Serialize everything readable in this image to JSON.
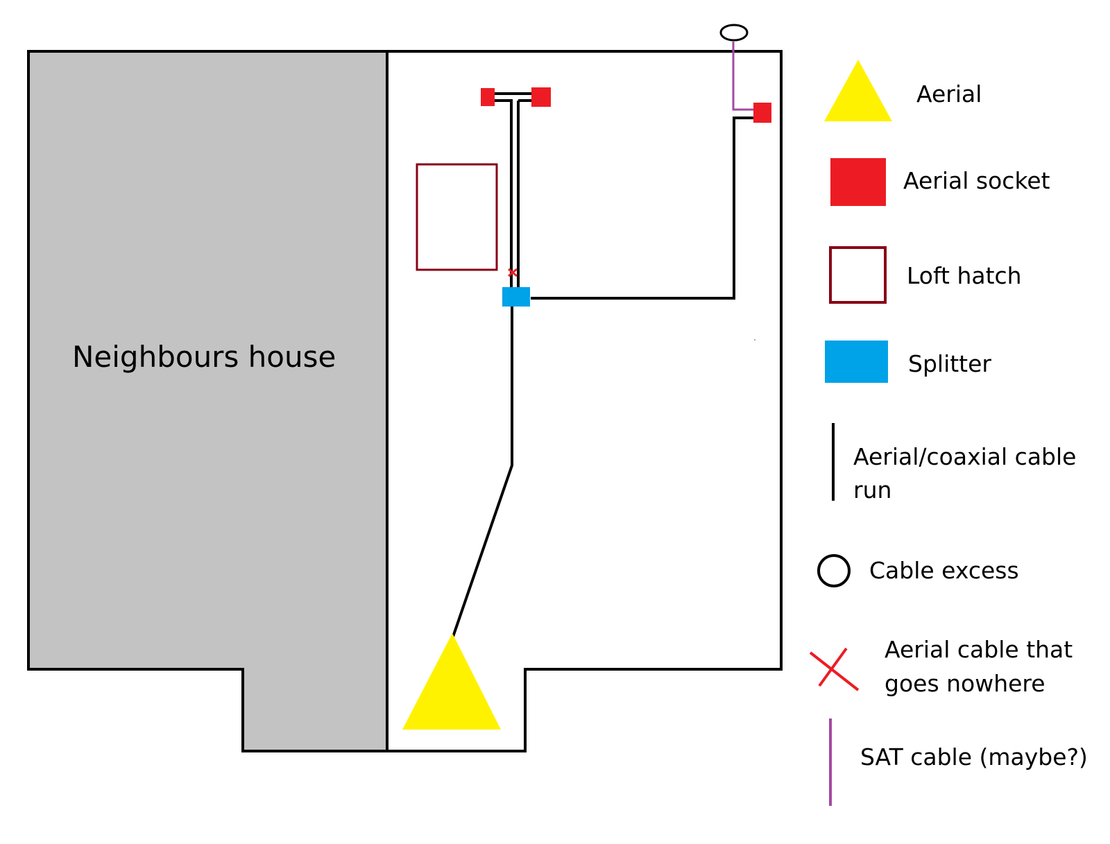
{
  "diagram": {
    "neighbour_label": "Neighbours house",
    "colors": {
      "neighbour_fill": "#c3c3c3",
      "outline": "#000000",
      "aerial": "#fff200",
      "socket": "#ed1c24",
      "loft_hatch": "#880015",
      "splitter": "#00a2e8",
      "cable": "#000000",
      "sat_cable": "#a349a4",
      "dead_cable": "#ed1c24"
    }
  },
  "legend": {
    "items": [
      {
        "key": "aerial",
        "label": "Aerial"
      },
      {
        "key": "socket",
        "label": "Aerial socket"
      },
      {
        "key": "loft_hatch",
        "label": "Loft hatch"
      },
      {
        "key": "splitter",
        "label": "Splitter"
      },
      {
        "key": "cable",
        "label_line1": "Aerial/coaxial cable",
        "label_line2": "run"
      },
      {
        "key": "excess",
        "label": "Cable excess"
      },
      {
        "key": "dead_cable",
        "label_line1": "Aerial cable that",
        "label_line2": "goes nowhere"
      },
      {
        "key": "sat_cable",
        "label": "SAT cable (maybe?)"
      }
    ]
  }
}
